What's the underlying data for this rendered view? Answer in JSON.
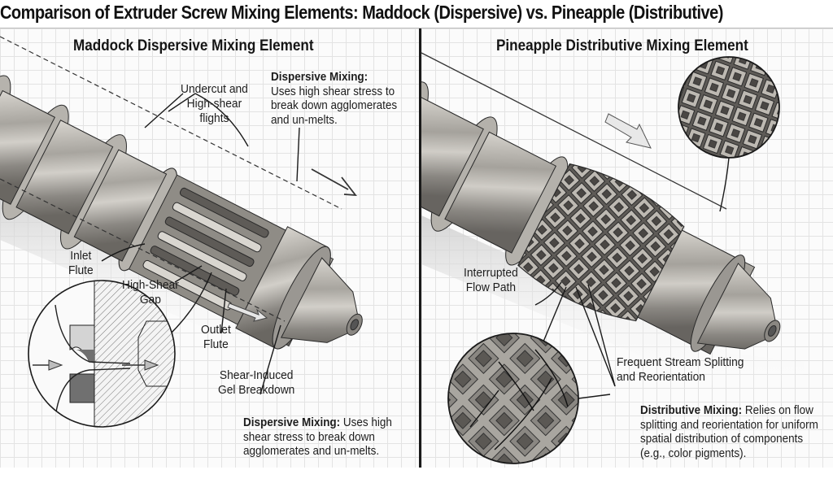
{
  "title": "Comparison of Extruder Screw Mixing Elements: Maddock (Dispersive) vs. Pineapple (Distributive)",
  "left_panel": {
    "heading": "Maddock Dispersive Mixing Element",
    "callouts": {
      "undercut": [
        "Undercut and",
        "High-shear",
        "flights"
      ],
      "inlet_flute": [
        "Inlet",
        "Flute"
      ],
      "high_shear_gap": [
        "High-Shear",
        "Gap"
      ],
      "outlet_flute": [
        "Outlet",
        "Flute"
      ],
      "gel_breakdown": [
        "Shear-Induced",
        "Gel Breakdown"
      ]
    },
    "top_note": {
      "bold": "Dispersive Mixing:",
      "lines": [
        "Uses high shear stress to",
        "break down agglomerates",
        "and un-melts."
      ]
    },
    "bottom_note": {
      "bold": "Dispersive Mixing:",
      "text": " Uses high shear stress to break down agglomerates and un-melts."
    },
    "icons": [
      "maddock-screw-illustration",
      "flow-direction-arrow",
      "shear-gap-cross-section-inset"
    ]
  },
  "right_panel": {
    "heading": "Pineapple Distributive Mixing Element",
    "callouts": {
      "interrupted_flow": [
        "Interrupted",
        "Flow Path"
      ],
      "stream_splitting": [
        "Frequent Stream Splitting",
        "and Reorientation"
      ]
    },
    "bottom_note": {
      "bold": "Distributive Mixing:",
      "text": " Relies on flow splitting and reorientation for uniform spatial distribution of components (e.g., color pigments)."
    },
    "icons": [
      "pineapple-screw-illustration",
      "flow-direction-arrow",
      "pin-pattern-zoom-inset",
      "diamond-pattern-zoom-inset"
    ]
  },
  "colors": {
    "steel_light": "#c9c6c0",
    "steel_mid": "#9d9a94",
    "steel_dark": "#6d6a65",
    "outline": "#2a2a2a",
    "grid": "#e3e3e3"
  }
}
